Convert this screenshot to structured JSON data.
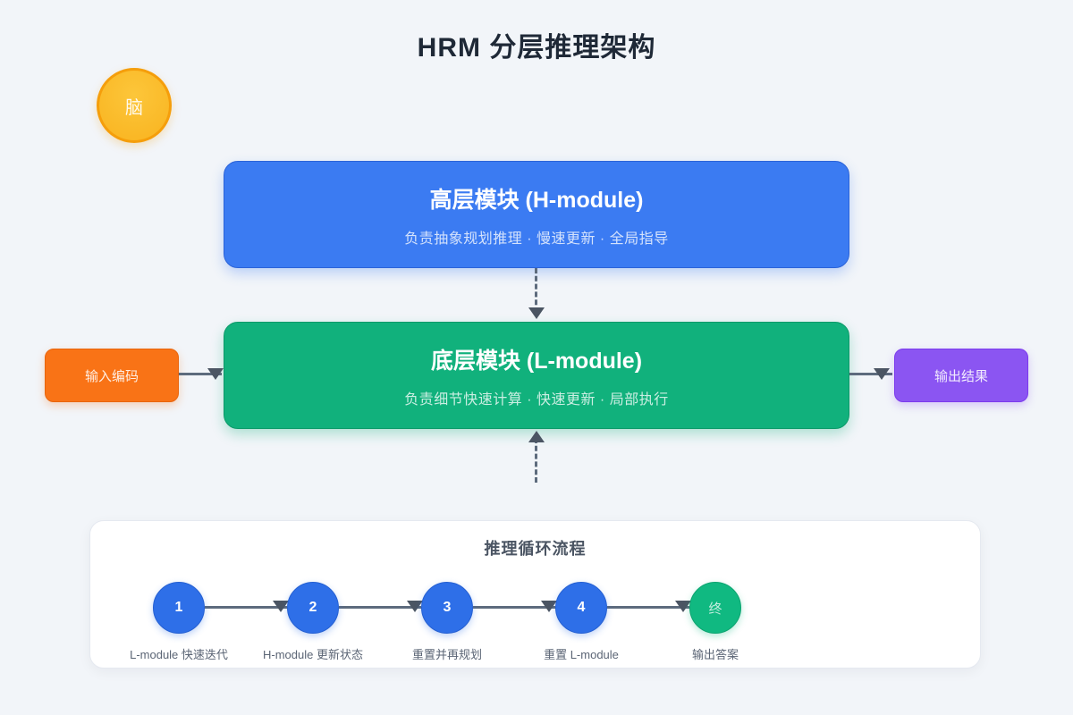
{
  "diagram": {
    "title": "HRM 分层推理架构",
    "badge": {
      "char": "脑"
    },
    "h_module": {
      "title": "高层模块 (H-module)",
      "subtitle": "负责抽象规划推理 · 慢速更新 · 全局指导"
    },
    "l_module": {
      "title": "底层模块 (L-module)",
      "subtitle": "负责细节快速计算 · 快速更新 · 局部执行"
    },
    "input_label": "输入编码",
    "output_label": "输出结果",
    "process": {
      "title": "推理循环流程",
      "steps": [
        {
          "num": "1",
          "label": "L-module 快速迭代"
        },
        {
          "num": "2",
          "label": "H-module 更新状态"
        },
        {
          "num": "3",
          "label": "重置并再规划"
        },
        {
          "num": "4",
          "label": "重置 L-module"
        },
        {
          "num": "终",
          "label": "输出答案"
        }
      ]
    },
    "colors": {
      "background": "#f2f5f9",
      "title_text": "#1f2937",
      "h_module_blue": "#3b7bf2",
      "l_module_green": "#11b17c",
      "input_orange": "#f97316",
      "output_purple": "#8b55f2",
      "badge_yellow": "#fbbf24",
      "badge_border": "#f59e0b",
      "step_blue": "#2e6fe8",
      "step_green": "#10b981",
      "arrow_gray": "#5d6b7d",
      "card_background": "#ffffff"
    }
  }
}
